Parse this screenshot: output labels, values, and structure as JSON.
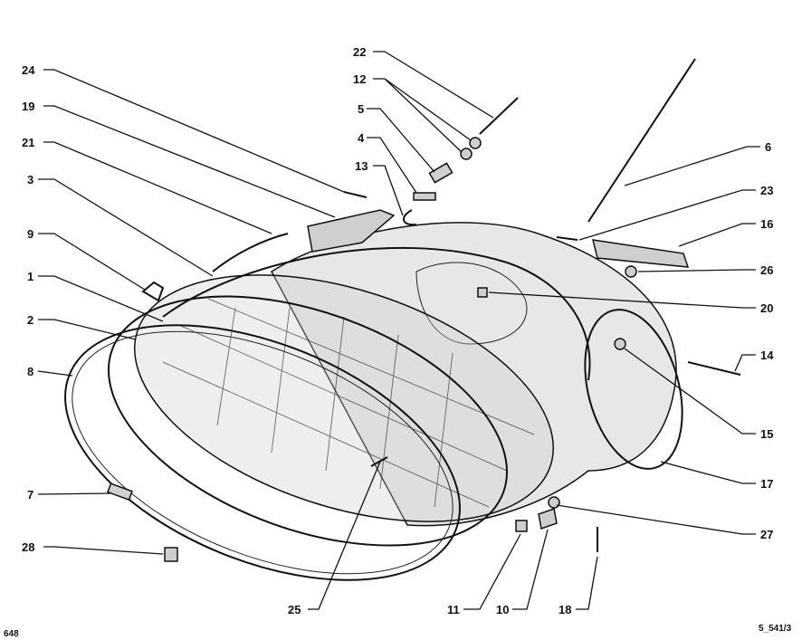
{
  "labels": {
    "l24": "24",
    "l19": "19",
    "l21": "21",
    "l3": "3",
    "l9": "9",
    "l1": "1",
    "l2": "2",
    "l8": "8",
    "l7": "7",
    "l28": "28",
    "l22": "22",
    "l12": "12",
    "l5": "5",
    "l4": "4",
    "l13": "13",
    "l6": "6",
    "l23": "23",
    "l16": "16",
    "l26": "26",
    "l20": "20",
    "l14": "14",
    "l15": "15",
    "l17": "17",
    "l27": "27",
    "l25": "25",
    "l11": "11",
    "l10": "10",
    "l18": "18"
  },
  "page_number": "648",
  "figure_ref": "5_541/3"
}
